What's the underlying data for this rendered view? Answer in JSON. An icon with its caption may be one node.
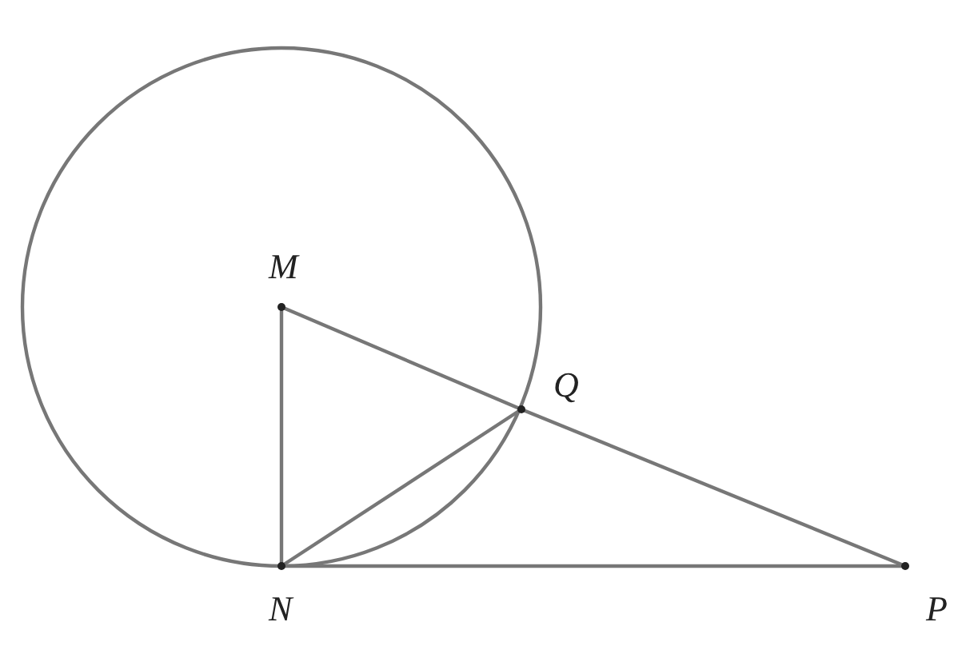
{
  "diagram": {
    "nodes": [
      {
        "text": [
          "M"
        ]
      },
      {
        "text": [
          "Q"
        ]
      },
      {
        "text": [
          "N"
        ]
      },
      {
        "text": [
          "P"
        ]
      }
    ],
    "edges": [
      {
        "from": 0,
        "to": 1,
        "arrow": "none"
      },
      {
        "from": 1,
        "to": 3,
        "arrow": "none"
      },
      {
        "from": 0,
        "to": 2,
        "arrow": "none"
      },
      {
        "from": 2,
        "to": 3,
        "arrow": "none"
      },
      {
        "from": 2,
        "to": 1,
        "arrow": "none"
      }
    ]
  }
}
